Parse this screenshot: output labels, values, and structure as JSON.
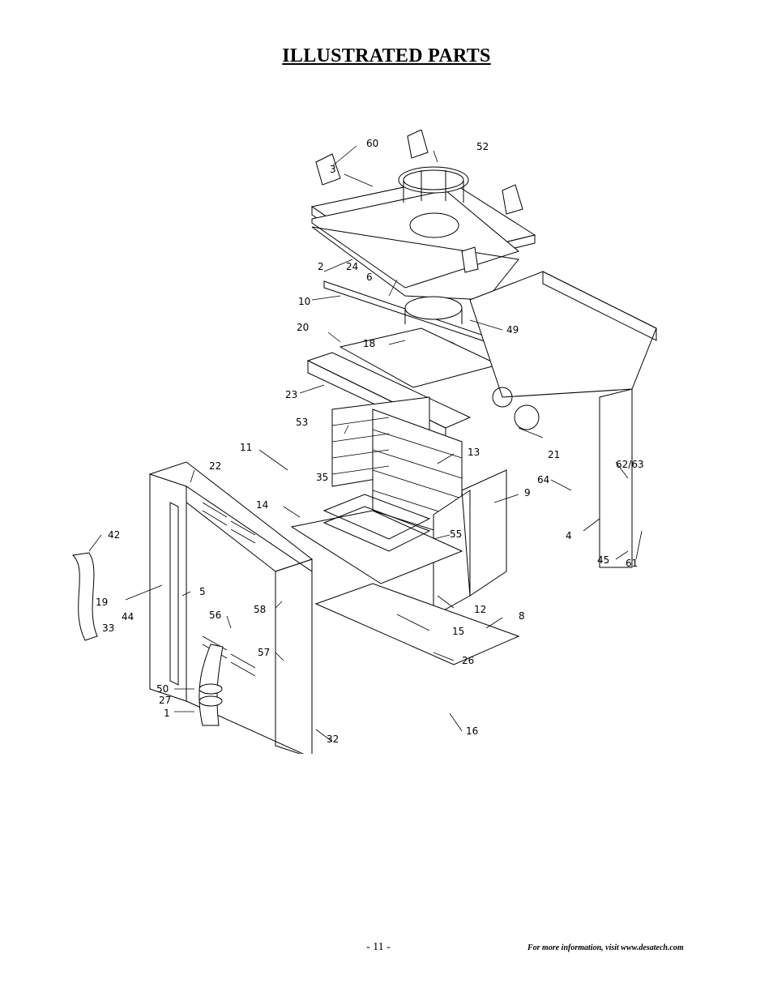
{
  "page": {
    "title": "ILLUSTRATED PARTS",
    "page_number": "- 11 -",
    "footer_info": "For more information, visit www.desatech.com"
  },
  "diagram": {
    "drawing_id": "D141",
    "part_labels": [
      "60",
      "52",
      "3",
      "2",
      "24",
      "6",
      "10",
      "49",
      "20",
      "18",
      "23",
      "53",
      "11",
      "13",
      "35",
      "14",
      "55",
      "22",
      "42",
      "19",
      "5",
      "58",
      "56",
      "44",
      "33",
      "57",
      "50",
      "27",
      "1",
      "32",
      "15",
      "8",
      "26",
      "16",
      "12",
      "9",
      "64",
      "62/63",
      "4",
      "45",
      "61",
      "21"
    ]
  }
}
